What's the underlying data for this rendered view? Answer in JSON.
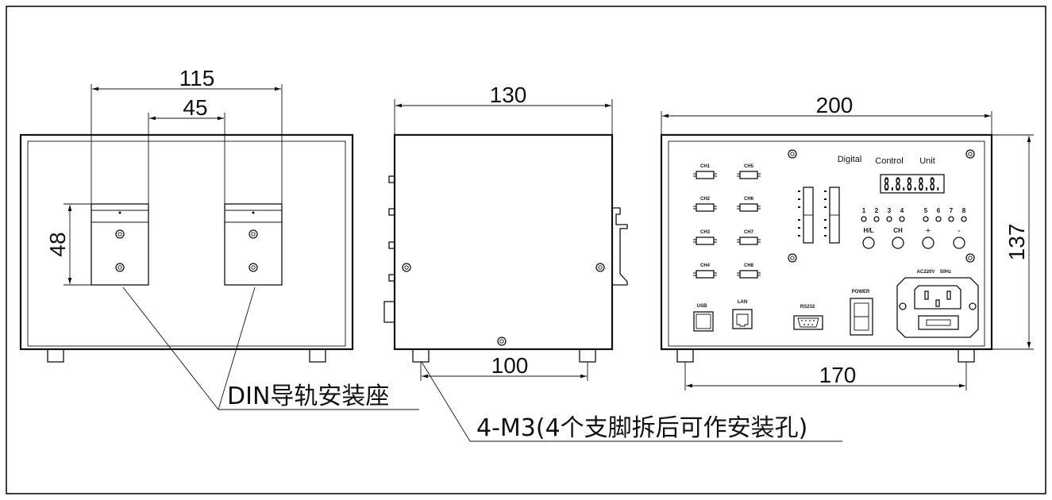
{
  "dimensions": {
    "front_width_outer": "115",
    "front_width_inner": "45",
    "front_height": "48",
    "side_depth": "130",
    "side_feet_spacing": "100",
    "rear_width": "200",
    "rear_height": "137",
    "rear_feet_spacing": "170"
  },
  "callouts": {
    "din_rail": "DIN导轨安装座",
    "feet_holes": "4-M3(4个支脚拆后可作安装孔)"
  },
  "rear_panel": {
    "title_words": [
      "Digital",
      "Control",
      "Unit"
    ],
    "display_value": "8.8.8.8.8.",
    "channel_labels": [
      "CH1",
      "CH5",
      "CH2",
      "CH6",
      "CH3",
      "CH7",
      "CH4",
      "CH8"
    ],
    "led_labels": [
      "1",
      "2",
      "3",
      "4",
      "5",
      "6",
      "7",
      "8"
    ],
    "button_labels": [
      "H/L",
      "CH",
      "+",
      "-"
    ],
    "usb_label": "USB",
    "lan_label": "LAN",
    "rs232_label": "RS232",
    "power_label": "POWER",
    "ac_label": "AC220V",
    "hz_label": "50Hz"
  }
}
